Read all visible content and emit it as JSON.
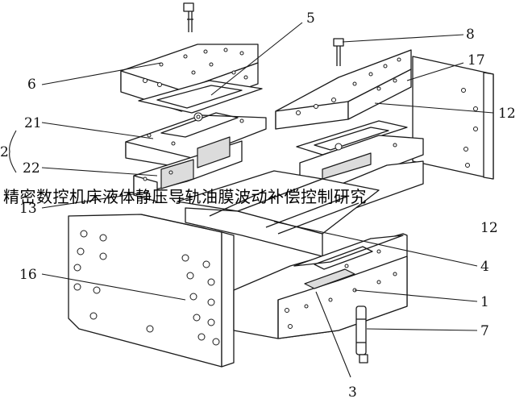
{
  "caption": "精密数控机床液体静压导轨油膜波动补偿控制研究",
  "labels": {
    "l1": "1",
    "l2": "2",
    "l3": "3",
    "l4": "4",
    "l5": "5",
    "l6": "6",
    "l7": "7",
    "l8": "8",
    "l12a": "12",
    "l12b": "12",
    "l13": "13",
    "l16": "16",
    "l17": "17",
    "l21": "21",
    "l22": "22"
  }
}
